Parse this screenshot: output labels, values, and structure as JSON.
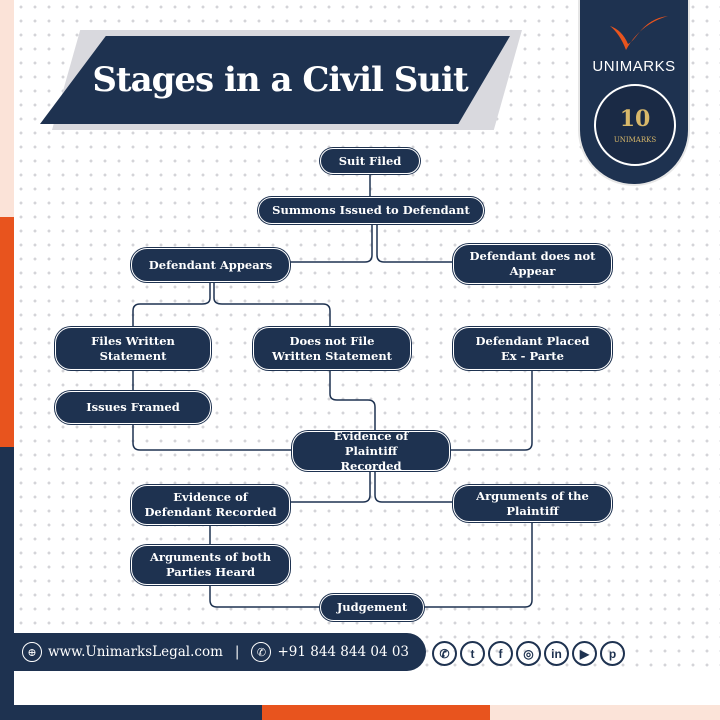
{
  "title": "Stages in a Civil Suit",
  "logo": {
    "brand": "UNIMARKS",
    "badge_number": "10",
    "badge_text": "UNIMARKS"
  },
  "nodes": {
    "suit_filed": "Suit Filed",
    "summons": "Summons Issued to Defendant",
    "appears": "Defendant Appears",
    "not_appear": "Defendant does not Appear",
    "files_ws": "Files Written Statement",
    "not_file_ws": "Does not File Written Statement",
    "ex_parte": "Defendant Placed Ex - Parte",
    "issues": "Issues Framed",
    "ev_plaintiff": "Evidence of Plaintiff Recorded",
    "ev_defendant": "Evidence of Defendant Recorded",
    "arg_plaintiff": "Arguments of the Plaintiff",
    "arg_both": "Arguments of both Parties Heard",
    "judgement": "Judgement"
  },
  "footer": {
    "website": "www.UnimarksLegal.com",
    "separator": "|",
    "phone": "+91 844 844 04 03",
    "social": [
      "whatsapp-icon",
      "twitter-icon",
      "facebook-icon",
      "instagram-icon",
      "linkedin-icon",
      "youtube-icon",
      "pinterest-icon"
    ]
  },
  "colors": {
    "navy": "#1e3250",
    "orange": "#e8541e",
    "peach": "#fbe3d8"
  }
}
